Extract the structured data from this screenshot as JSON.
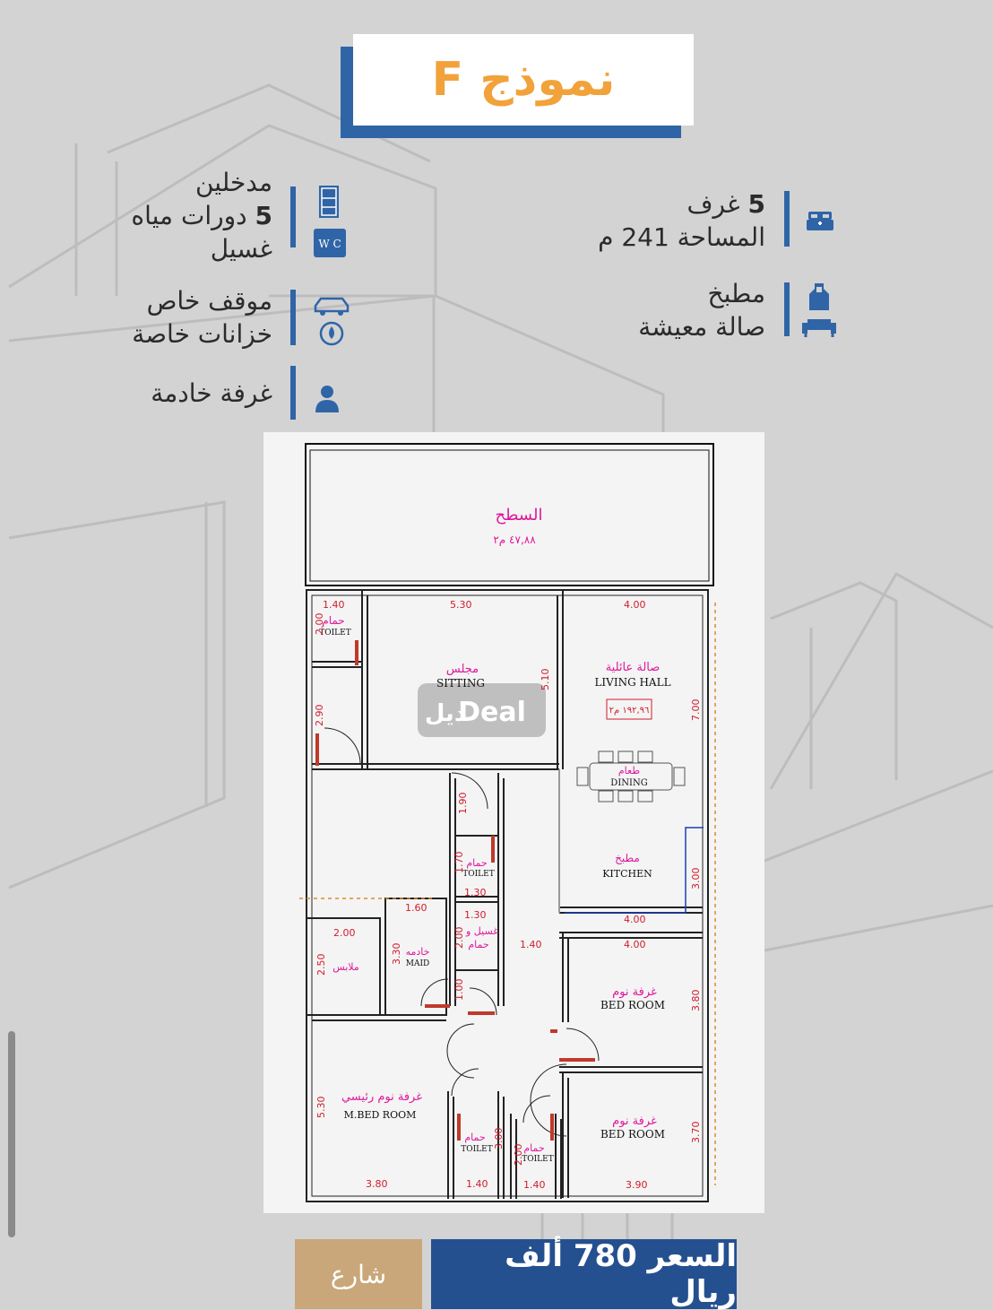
{
  "header": {
    "title": "نموذج",
    "letter": "F"
  },
  "features_right": [
    {
      "count": "5",
      "label": "غرف",
      "sub": "المساحة 241 م",
      "icon": "bed-icon"
    },
    {
      "label": "مطبخ",
      "sub": "صالة معيشة",
      "icon": "kitchen-sofa-icon"
    }
  ],
  "features_left": [
    {
      "line1": "مدخلين",
      "count": "5",
      "line2": "دورات مياه",
      "line3": "غسيل",
      "icon": "door-wc-icon"
    },
    {
      "line1": "موقف خاص",
      "line2": "خزانات خاصة",
      "icon": "car-water-icon"
    },
    {
      "line1": "غرفة خادمة",
      "icon": "person-icon"
    }
  ],
  "floorplan": {
    "roof": {
      "name": "السطح",
      "area": "٤٧,٨٨ م٢"
    },
    "watermark": "ديل",
    "watermark_latin": "Deal",
    "rooms": {
      "toilet1": {
        "ar": "حمام",
        "en": "TOILET"
      },
      "sitting": {
        "ar": "مجلس",
        "en": "SITTING"
      },
      "living": {
        "ar": "صالة عائلية",
        "en": "LIVING  HALL",
        "area": "١٩٢,٩٦ م٢"
      },
      "dining": {
        "ar": "طعام",
        "en": "DINING"
      },
      "kitchen": {
        "ar": "مطبخ",
        "en": "KITCHEN"
      },
      "toilet2": {
        "ar": "حمام",
        "en": "TOILET"
      },
      "laundry": {
        "ar": "غسيل و",
        "ar2": "حمام"
      },
      "maid": {
        "ar": "خادمه",
        "en": "MAID"
      },
      "dressing": {
        "ar": "ملابس"
      },
      "bed1": {
        "ar": "غرفة نوم",
        "en": "BED  ROOM"
      },
      "bed2": {
        "ar": "غرفة نوم",
        "en": "BED  ROOM"
      },
      "mbed": {
        "ar": "غرفة نوم رئيسي",
        "en": "M.BED  ROOM"
      },
      "toilet3": {
        "ar": "حمام",
        "en": "TOILET"
      },
      "toilet4": {
        "ar": "حمام",
        "en": "TOILET"
      }
    },
    "dims": {
      "d_140_top": "1.40",
      "d_530": "5.30",
      "d_400_top": "4.00",
      "d_200_left": "2.00",
      "d_290": "2.90",
      "d_510": "5.10",
      "d_700": "7.00",
      "d_190": "1.90",
      "d_170": "1.70",
      "d_130_a": "1.30",
      "d_130_b": "1.30",
      "d_160": "1.60",
      "d_200_b": "2.00",
      "d_200_c": "2.00",
      "d_250": "2.50",
      "d_330": "3.30",
      "d_140_mid": "1.40",
      "d_100": "1.00",
      "d_300_k": "3.00",
      "d_400_k": "4.00",
      "d_400_b": "4.00",
      "d_380_r": "3.80",
      "d_370": "3.70",
      "d_530_l": "5.30",
      "d_300_t": "3.00",
      "d_200_t": "2.00",
      "d_380_b": "3.80",
      "d_140_b1": "1.40",
      "d_140_b2": "1.40",
      "d_390": "3.90"
    }
  },
  "footer": {
    "price": "السعر 780 ألف ريال",
    "street": "شارع"
  },
  "colors": {
    "accent_blue": "#2f65a6",
    "title_orange": "#f2a23a",
    "price_bg": "#24508f",
    "street_bg": "#c9a77a",
    "plan_red": "#d01c2c",
    "plan_magenta": "#e0179b"
  }
}
